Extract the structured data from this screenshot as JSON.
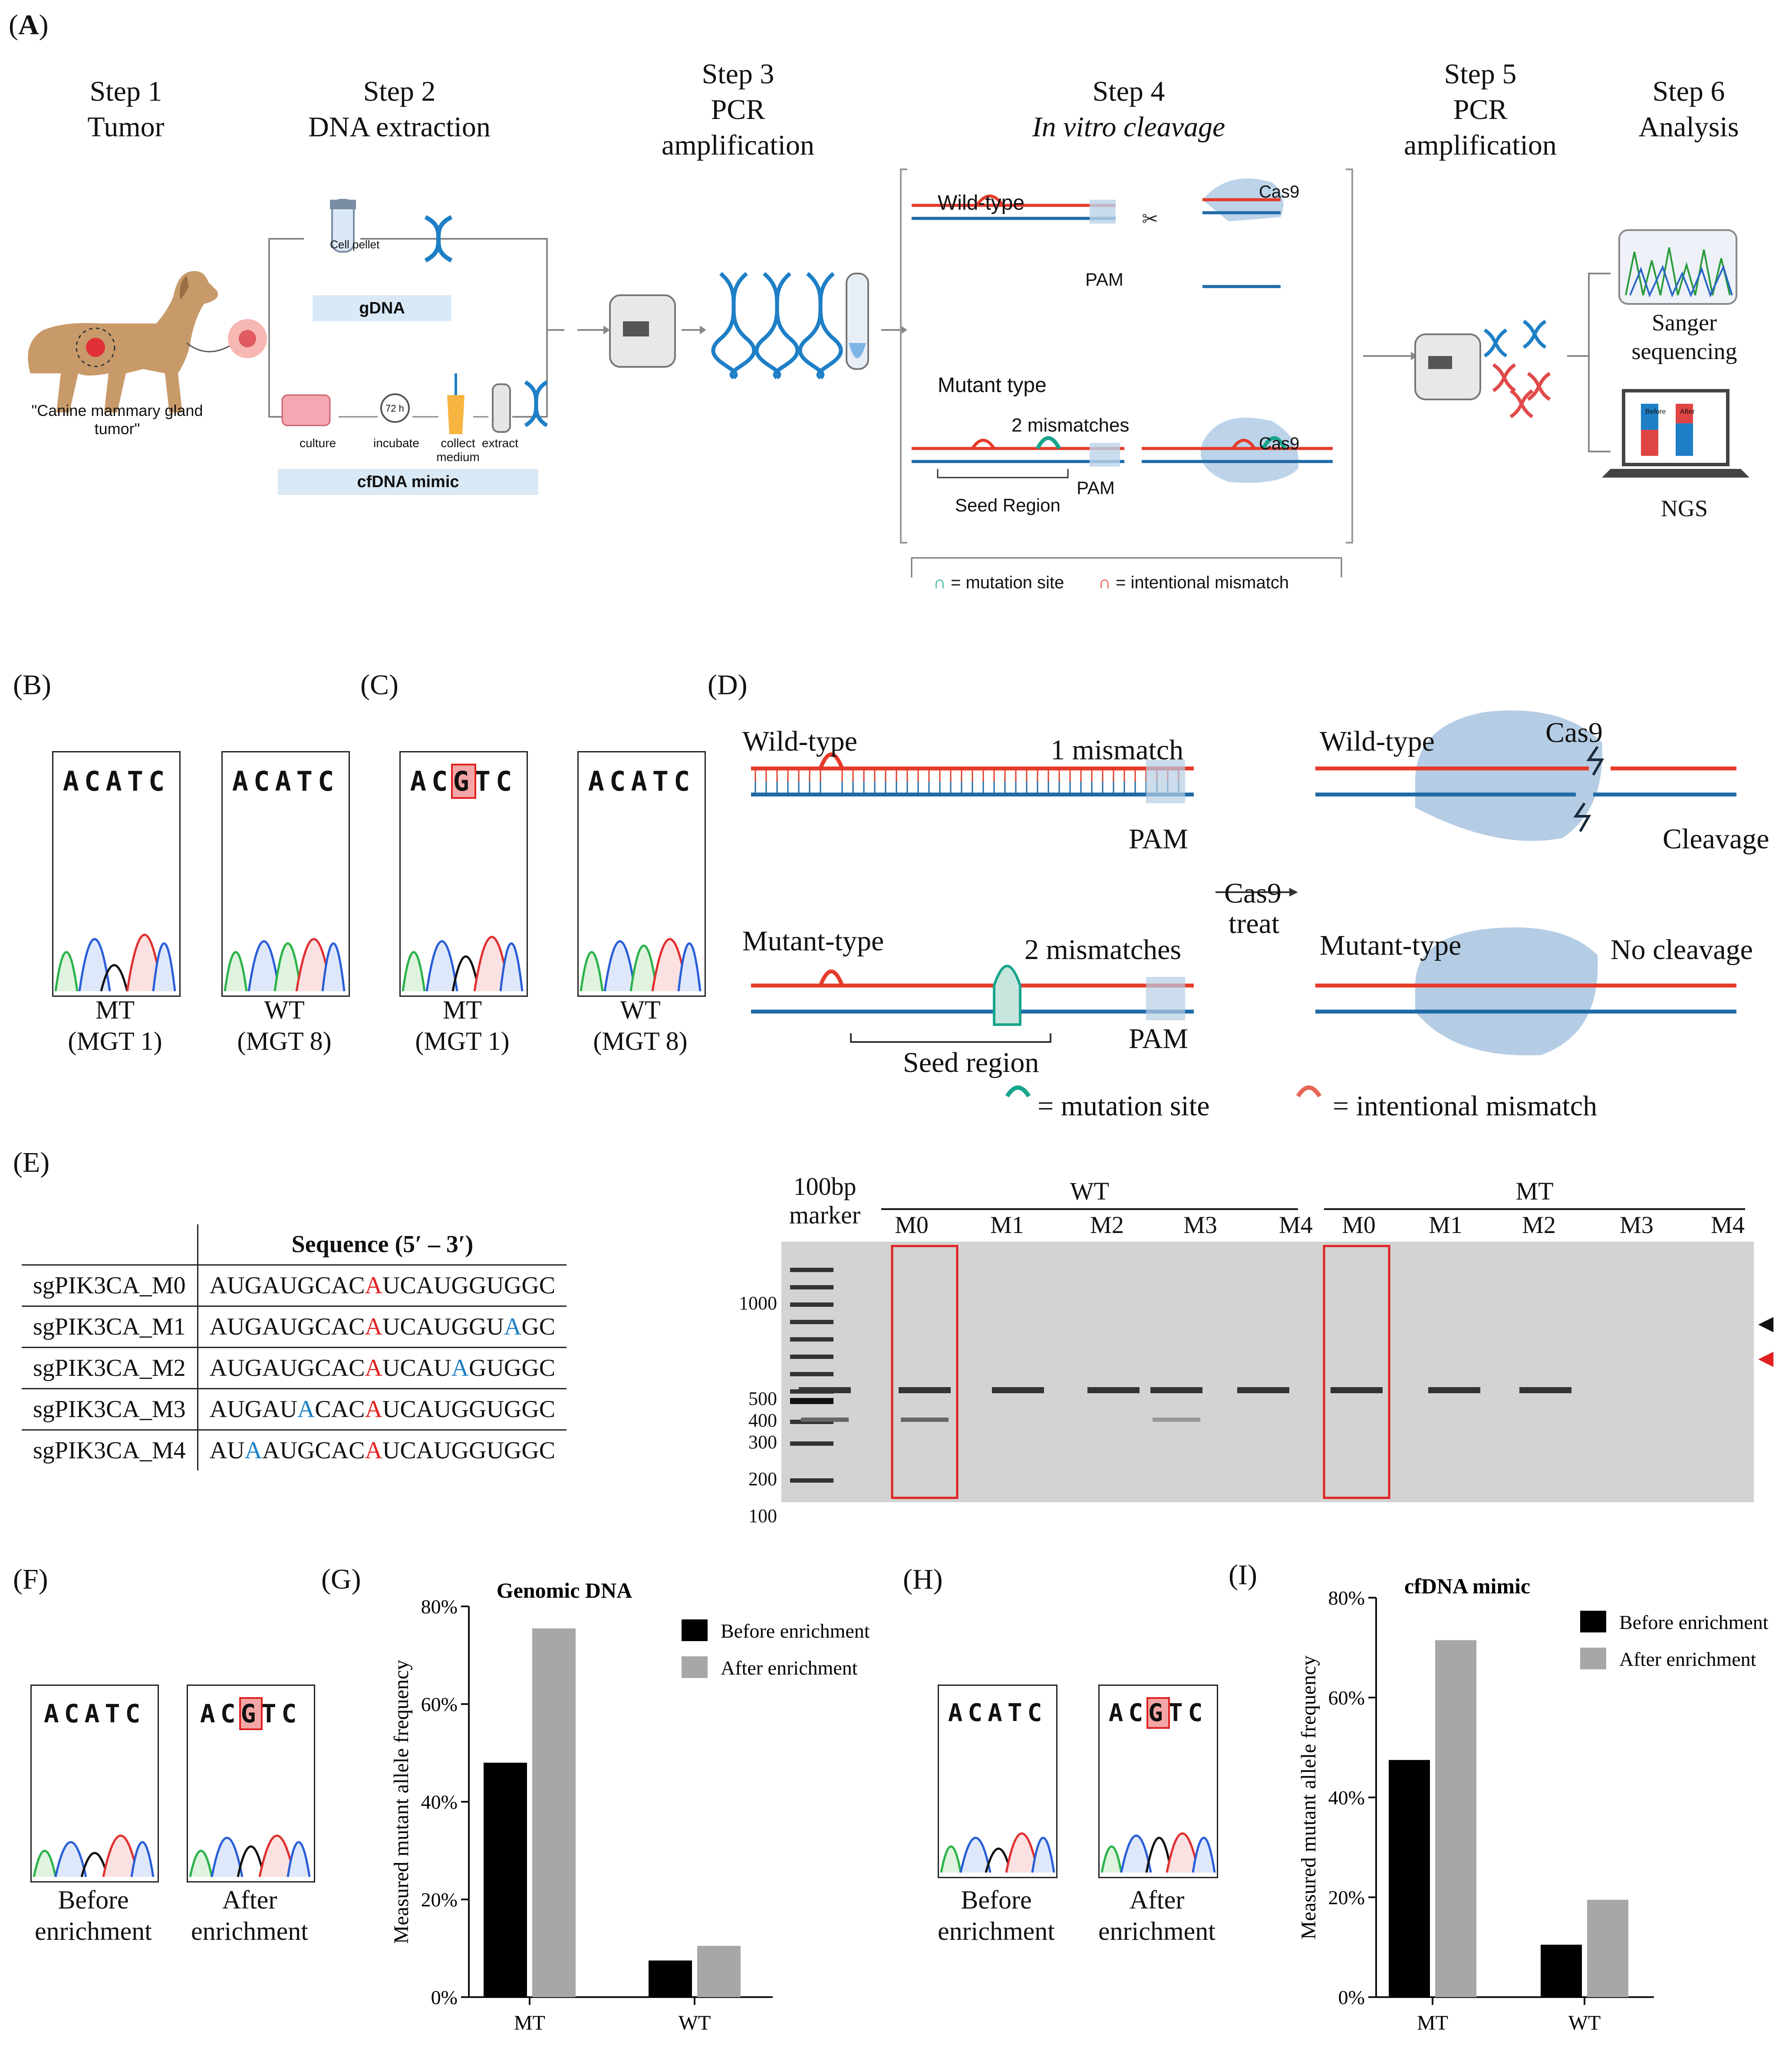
{
  "panelA": {
    "label": "(A)",
    "steps": [
      {
        "l1": "Step 1",
        "l2": "Tumor"
      },
      {
        "l1": "Step 2",
        "l2": "DNA extraction"
      },
      {
        "l1": "Step 3",
        "l2": "PCR",
        "l3": "amplification"
      },
      {
        "l1": "Step 4",
        "l2": "In vitro cleavage"
      },
      {
        "l1": "Step 5",
        "l2": "PCR",
        "l3": "amplification"
      },
      {
        "l1": "Step 6",
        "l2": "Analysis"
      }
    ],
    "dog_caption": "\"Canine mammary gland tumor\"",
    "cell_pellet": "Cell pellet",
    "gdna": "gDNA",
    "culture_steps": [
      "culture",
      "incubate",
      "collect medium",
      "extract"
    ],
    "timer": "72 h",
    "cfdna": "cfDNA mimic",
    "wild_type": "Wild-type",
    "mutant_type": "Mutant type",
    "pam": "PAM",
    "cas9": "Cas9",
    "two_mm": "2 mismatches",
    "seed": "Seed Region",
    "legend_mut": "= mutation site",
    "legend_mis": "= intentional mismatch",
    "sanger": "Sanger sequencing",
    "ngs": "NGS",
    "before": "Before",
    "after": "After"
  },
  "panelB": {
    "label": "(B)",
    "c1": {
      "seq": "ACATC",
      "cap1": "MT",
      "cap2": "(MGT 1)"
    },
    "c2": {
      "seq": "ACATC",
      "cap1": "WT",
      "cap2": "(MGT 8)"
    }
  },
  "panelC": {
    "label": "(C)",
    "c1": {
      "pre": "AC",
      "mid": "G",
      "post": "TC",
      "cap1": "MT",
      "cap2": "(MGT 1)"
    },
    "c2": {
      "seq": "ACATC",
      "cap1": "WT",
      "cap2": "(MGT 8)"
    }
  },
  "panelD": {
    "label": "(D)",
    "wt": "Wild-type",
    "mt": "Mutant-type",
    "one_mm": "1 mismatch",
    "two_mm": "2 mismatches",
    "pam": "PAM",
    "seed": "Seed region",
    "cas9_treat1": "Cas9",
    "cas9_treat2": "treat",
    "cas9": "Cas9",
    "cleavage": "Cleavage",
    "no_cleavage": "No cleavage",
    "legend_mut": "= mutation site",
    "legend_mis": "= intentional mismatch"
  },
  "panelE": {
    "label": "(E)",
    "header": "Sequence (5′ – 3′)",
    "rows": [
      {
        "name": "sgPIK3CA_M0",
        "parts": [
          {
            "t": "AUGAUGCAC",
            "c": ""
          },
          {
            "t": "A",
            "c": "red"
          },
          {
            "t": "UCAUGGUGGC",
            "c": ""
          }
        ]
      },
      {
        "name": "sgPIK3CA_M1",
        "parts": [
          {
            "t": "AUGAUGCAC",
            "c": ""
          },
          {
            "t": "A",
            "c": "red"
          },
          {
            "t": "UCAUGGU",
            "c": ""
          },
          {
            "t": "A",
            "c": "blue"
          },
          {
            "t": "GC",
            "c": ""
          }
        ]
      },
      {
        "name": "sgPIK3CA_M2",
        "parts": [
          {
            "t": "AUGAUGCAC",
            "c": ""
          },
          {
            "t": "A",
            "c": "red"
          },
          {
            "t": "UCAU",
            "c": ""
          },
          {
            "t": "A",
            "c": "blue"
          },
          {
            "t": "GUGGC",
            "c": ""
          }
        ]
      },
      {
        "name": "sgPIK3CA_M3",
        "parts": [
          {
            "t": "AUGAU",
            "c": ""
          },
          {
            "t": "A",
            "c": "blue"
          },
          {
            "t": "CAC",
            "c": ""
          },
          {
            "t": "A",
            "c": "red"
          },
          {
            "t": "UCAUGGUGGC",
            "c": ""
          }
        ]
      },
      {
        "name": "sgPIK3CA_M4",
        "parts": [
          {
            "t": "AU",
            "c": ""
          },
          {
            "t": "A",
            "c": "blue"
          },
          {
            "t": "AUGCAC",
            "c": ""
          },
          {
            "t": "A",
            "c": "red"
          },
          {
            "t": "UCAUGGUGGC",
            "c": ""
          }
        ]
      }
    ],
    "gel": {
      "marker1": "100bp",
      "marker2": "marker",
      "wt": "WT",
      "mt": "MT",
      "lanes": [
        "M0",
        "M1",
        "M2",
        "M3",
        "M4",
        "M0",
        "M1",
        "M2",
        "M3",
        "M4"
      ],
      "ladder": [
        "1000",
        "500",
        "400",
        "300",
        "200",
        "100"
      ]
    }
  },
  "panelF": {
    "label": "(F)",
    "c1": {
      "seq": "ACATC",
      "cap1": "Before",
      "cap2": "enrichment"
    },
    "c2": {
      "pre": "AC",
      "mid": "G",
      "post": "TC",
      "cap1": "After",
      "cap2": "enrichment"
    }
  },
  "panelH": {
    "label": "(H)",
    "c1": {
      "seq": "ACATC",
      "cap1": "Before",
      "cap2": "enrichment"
    },
    "c2": {
      "pre": "AC",
      "mid": "G",
      "post": "TC",
      "cap1": "After",
      "cap2": "enrichment"
    }
  },
  "chart_data": [
    {
      "panel": "(G)",
      "type": "bar",
      "title": "Genomic DNA",
      "ylabel": "Measured mutant allele frequency",
      "categories": [
        "MT",
        "WT"
      ],
      "series": [
        {
          "name": "Before enrichment",
          "values": [
            48,
            7.5
          ],
          "color": "#000000"
        },
        {
          "name": "After enrichment",
          "values": [
            75.5,
            10.5
          ],
          "color": "#a7a7aa"
        }
      ],
      "yticks": [
        "0%",
        "20%",
        "40%",
        "60%",
        "80%"
      ],
      "ylim": [
        0,
        80
      ]
    },
    {
      "panel": "(I)",
      "type": "bar",
      "title": "cfDNA mimic",
      "ylabel": "Measured mutant allele frequency",
      "categories": [
        "MT",
        "WT"
      ],
      "series": [
        {
          "name": "Before enrichment",
          "values": [
            47.5,
            10.5
          ],
          "color": "#000000"
        },
        {
          "name": "After enrichment",
          "values": [
            71.5,
            19.5
          ],
          "color": "#a7a7aa"
        }
      ],
      "yticks": [
        "0%",
        "20%",
        "40%",
        "60%",
        "80%"
      ],
      "ylim": [
        0,
        80
      ]
    }
  ]
}
